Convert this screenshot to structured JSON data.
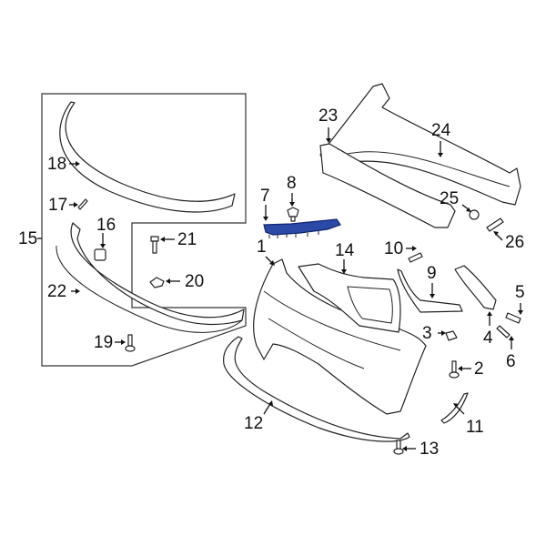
{
  "diagram": {
    "type": "exploded parts diagram",
    "subject": "front bumper assembly",
    "highlight_color": "#2b4aa8",
    "highlighted_part": "7",
    "callouts": [
      {
        "id": "c1",
        "label": "1"
      },
      {
        "id": "c2",
        "label": "2"
      },
      {
        "id": "c3",
        "label": "3"
      },
      {
        "id": "c4",
        "label": "4"
      },
      {
        "id": "c5",
        "label": "5"
      },
      {
        "id": "c6",
        "label": "6"
      },
      {
        "id": "c7",
        "label": "7"
      },
      {
        "id": "c8",
        "label": "8"
      },
      {
        "id": "c9",
        "label": "9"
      },
      {
        "id": "c10",
        "label": "10"
      },
      {
        "id": "c11",
        "label": "11"
      },
      {
        "id": "c12",
        "label": "12"
      },
      {
        "id": "c13",
        "label": "13"
      },
      {
        "id": "c14",
        "label": "14"
      },
      {
        "id": "c15",
        "label": "15"
      },
      {
        "id": "c16",
        "label": "16"
      },
      {
        "id": "c17",
        "label": "17"
      },
      {
        "id": "c18",
        "label": "18"
      },
      {
        "id": "c19",
        "label": "19"
      },
      {
        "id": "c20",
        "label": "20"
      },
      {
        "id": "c21",
        "label": "21"
      },
      {
        "id": "c22",
        "label": "22"
      },
      {
        "id": "c23",
        "label": "23"
      },
      {
        "id": "c24",
        "label": "24"
      },
      {
        "id": "c25",
        "label": "25"
      },
      {
        "id": "c26",
        "label": "26"
      }
    ]
  }
}
